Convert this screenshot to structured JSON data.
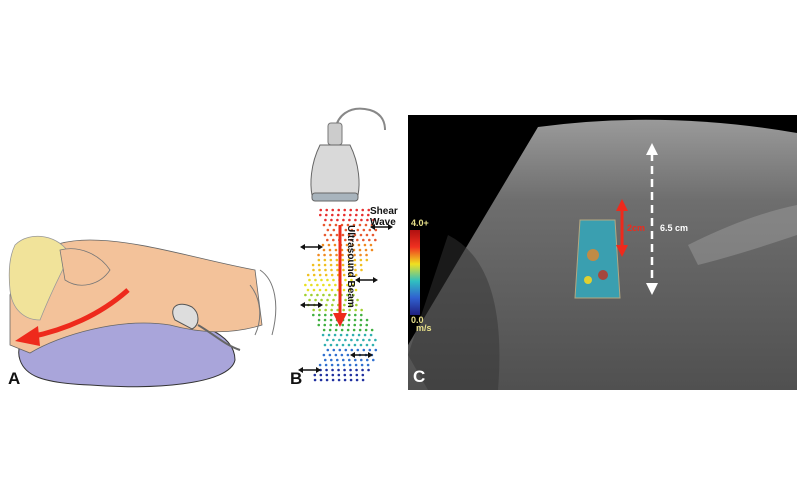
{
  "panels": {
    "a": {
      "label": "A"
    },
    "b": {
      "label": "B",
      "shear_wave_line1": "Shear",
      "shear_wave_line2": "Wave",
      "beam_label": "Ultrasound Beam"
    },
    "c": {
      "label": "C",
      "scale_max": "4.0+",
      "scale_min": "0.0",
      "scale_unit": "m/s",
      "roi_depth": "2cm",
      "total_depth": "6.5 cm"
    }
  },
  "colors": {
    "arrow": "#ee2a1c",
    "skin": "#f3c29a",
    "pillow": "#a9a5da",
    "hair": "#f1e39a"
  }
}
